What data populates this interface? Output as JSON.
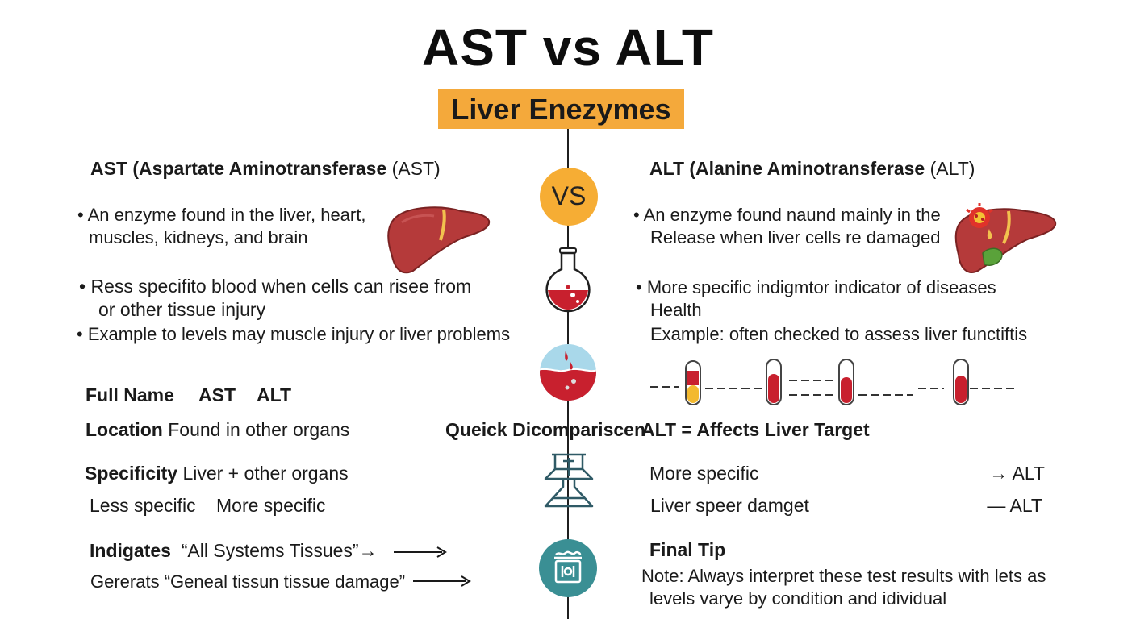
{
  "title": "AST vs ALT",
  "subtitle": "Liver Enezymes",
  "vs_label": "VS",
  "colors": {
    "accent_orange": "#f4a93b",
    "blood_red": "#c8202e",
    "liver_red": "#b53a3a",
    "teal": "#3a8f94",
    "divider": "#1f1f1f"
  },
  "left": {
    "heading_bold": "AST (Aspartate Aminotransferase",
    "heading_rest": " (AST)",
    "bullet1_line1": "• An enzyme found in the liver, heart,",
    "bullet1_line2": "muscles, kidneys, and brain",
    "bullet2_line1": "•  Ress specifito blood when cells can risee from",
    "bullet2_line2": "or other tissue injury",
    "bullet3": "• Example to levels may muscle injury or liver problems"
  },
  "right": {
    "heading_bold": "ALT (Alanine Aminotransferase",
    "heading_rest": " (ALT)",
    "bullet1_line1": "• An enzyme found naund mainly in the",
    "bullet1_line2": "Release when liver cells re damaged",
    "bullet2_line1": "• More specific indigmtor indicator of diseases",
    "bullet2_line2": "Health",
    "bullet3": "Example: often checked to assess liver functiftis"
  },
  "table": {
    "full_name_label": "Full Name",
    "col_ast": "AST",
    "col_alt": "ALT",
    "location_label": "Location",
    "location_value": "Found in other organs",
    "quick_comparison": "Queick Dicompariscen",
    "alt_mnemonic": "ALT = Affects Liver Target",
    "specificity_label": "Specificity",
    "specificity_value": "Liver + other organs",
    "less_specific": "Less specific",
    "more_specific": "More specific",
    "right_more_specific": "More specific",
    "right_more_specific_tag": "→ ALT",
    "liver_speer": "Liver speer damget",
    "liver_speer_tag": "— ALT",
    "indicates_label": "Indigates",
    "indicates_value": "“All Systems Tissues”→",
    "generates": "Gererats “Geneal tissun tissue damage”",
    "final_tip_label": "Final Tip",
    "note_line1": "Note: Always interpret these test results with lets as",
    "note_line2": "levels varye by condition and idividual"
  },
  "icons": {
    "vs": "vs-circle-icon",
    "liver_left": "liver-icon",
    "liver_right": "damaged-liver-icon",
    "flask": "flask-icon",
    "blood_drop": "blood-circle-icon",
    "lab_funnel": "lab-funnel-icon",
    "lab_jar": "lab-jar-icon",
    "test_tubes": "test-tube-icon"
  }
}
